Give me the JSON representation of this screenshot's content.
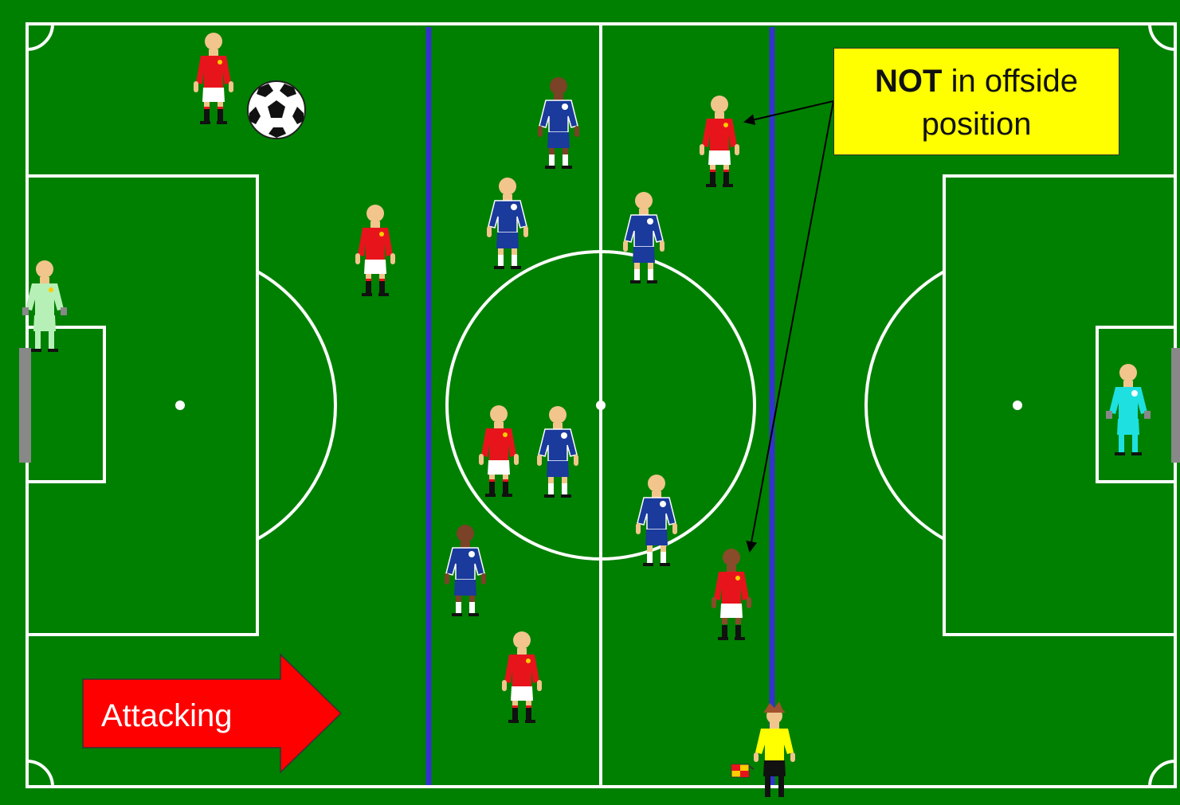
{
  "callout": {
    "bold": "NOT",
    "rest_line1": " in offside",
    "line2": "position"
  },
  "direction_arrow": {
    "label": "Attacking"
  },
  "colors": {
    "grass": "#008000",
    "lines": "#ffffff",
    "offside_line": "#3333cc",
    "red_team": "#e8141c",
    "blue_team": "#1a3a9c",
    "attacking_arrow": "#ff0000",
    "callout_bg": "#ffff00",
    "assistant_referee": "#ffff00"
  },
  "legend_icons": [
    "soccer-ball-icon",
    "assistant-referee-flag-icon"
  ]
}
